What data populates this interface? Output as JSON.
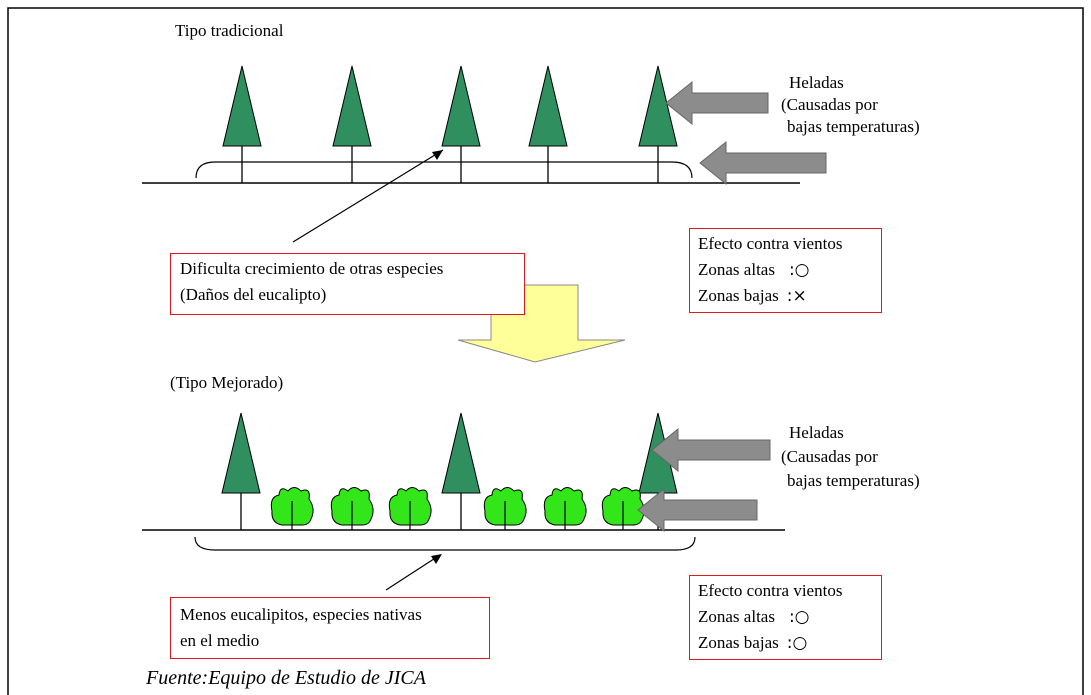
{
  "top": {
    "title": "Tipo tradicional",
    "frost_label": [
      "Heladas",
      "(Causadas por",
      "bajas temperaturas)"
    ],
    "damage_box": [
      "Dificulta crecimiento de otras especies",
      "(Daños del eucalipto)"
    ],
    "effect_box": {
      "title": "Efecto contra vientos",
      "rows": [
        {
          "label": "Zonas altas",
          "mark": ":○"
        },
        {
          "label": "Zonas bajas",
          "mark": ":×"
        }
      ]
    }
  },
  "bottom": {
    "title": "(Tipo Mejorado)",
    "frost_label": [
      "Heladas",
      "(Causadas por",
      "bajas temperaturas)"
    ],
    "improved_box": [
      "Menos eucalipitos, especies nativas",
      "en el medio"
    ],
    "effect_box": {
      "title": "Efecto contra vientos",
      "rows": [
        {
          "label": "Zonas altas",
          "mark": ":○"
        },
        {
          "label": "Zonas bajas",
          "mark": ":○"
        }
      ]
    }
  },
  "source": "Fuente:Equipo de Estudio de JICA",
  "colors": {
    "conifer": "#2f8f5f",
    "shrub": "#33e61a",
    "arrow": "#8c8c8c",
    "transition_arrow": "#ffff99",
    "box_border": "#e0191f"
  }
}
